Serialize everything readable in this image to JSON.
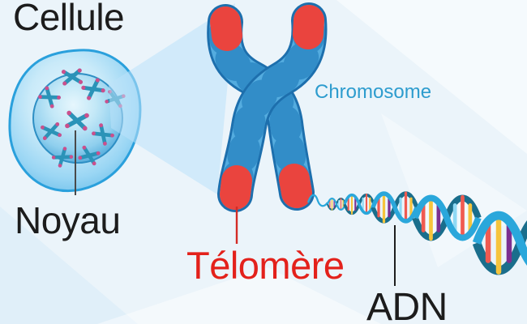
{
  "figure": {
    "type": "biology-education-diagram",
    "language": "fr",
    "description": "Cell to chromosome to telomere to DNA zoom diagram"
  },
  "labels": {
    "cell": "Cellule",
    "nucleus": "Noyau",
    "chromosome": "Chromosome",
    "telomere": "Télomère",
    "dna": "ADN"
  },
  "colors": {
    "background": "#EBF4FA",
    "label_default": "#1C1C1C",
    "label_chromosome": "#2D9CCE",
    "label_telomere": "#E3211B",
    "cell_outline": "#2AA0DC",
    "nucleus_edge": "#2E8FC4",
    "mini_chromosome": "#2B93B8",
    "mini_chromosome_tip": "#CC4F8C",
    "zoom_beam": "#BCE2FA",
    "chromosome_body": "#54ACDF",
    "chromosome_band": "#2F8AC5",
    "chromosome_outline": "#1D6FAD",
    "telomere_cap": "#EA443E",
    "dna_strand_front": "#2AA7DB",
    "dna_strand_back": "#1A6E8C",
    "dna_rungs": [
      "#F05A50",
      "#F6C43C",
      "#7C2F90",
      "#8FD9F4"
    ]
  }
}
